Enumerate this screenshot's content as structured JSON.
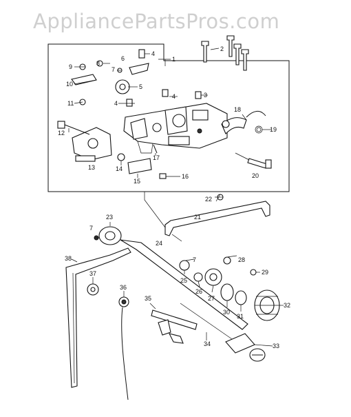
{
  "watermark": "AppliancePartsPros.com",
  "callouts": [
    "1",
    "2",
    "3",
    "4",
    "4",
    "4",
    "5",
    "6",
    "7",
    "7",
    "7",
    "8",
    "9",
    "10",
    "11",
    "12",
    "13",
    "14",
    "15",
    "16",
    "17",
    "18",
    "19",
    "20",
    "21",
    "22",
    "23",
    "24",
    "25",
    "26",
    "27",
    "28",
    "29",
    "30",
    "31",
    "32",
    "33",
    "34",
    "35",
    "36",
    "37",
    "38"
  ]
}
